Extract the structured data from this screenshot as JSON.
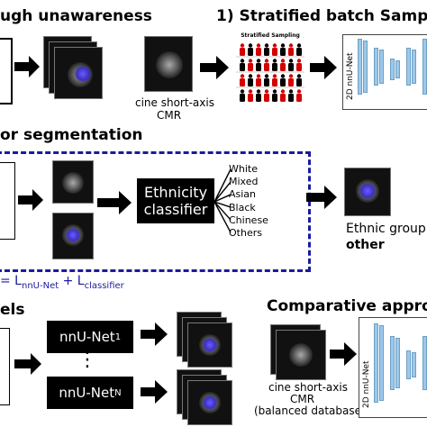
{
  "sections": {
    "unawareness_title": "ugh  unawareness",
    "stratified_title": "1) Stratified batch Sampl",
    "segmentation_title": "or segmentation",
    "models_title": "els",
    "comparative_title": "Comparative appro"
  },
  "stratified": {
    "input_label_1": "cine short-axis",
    "input_label_2": "CMR",
    "panel_title": "Stratified Sampling",
    "unet_label": "2D nnU-Net"
  },
  "segmentation": {
    "classifier_label_1": "Ethnicity",
    "classifier_label_2": "classifier",
    "ethnicities": [
      "White",
      "Mixed",
      "Asian",
      "Black",
      "Chinese",
      "Others"
    ],
    "output_label_1": "Ethnic group",
    "output_label_2": "other",
    "loss_prefix": "= L",
    "loss_sub_1": "nnU-Net",
    "loss_plus": " + L",
    "loss_sub_2": "classifier"
  },
  "models": {
    "net1_label": "nnU-Net",
    "net1_sub": "1",
    "dots": "⋮",
    "netN_label": "nnU-Net",
    "netN_sub": "N"
  },
  "comparative": {
    "input_label_1": "cine short-axis",
    "input_label_2": "CMR",
    "input_label_3": "(balanced databases)",
    "unet_label": "2D nnU-Net"
  },
  "colors": {
    "dashed_box": "#1a1aa0",
    "loss_text": "#1a1aa0",
    "red_figure": "#d40000",
    "black_figure": "#000000",
    "segmentation_overlay": "#4a3cff",
    "unet_bar": "#9ec8e8"
  }
}
